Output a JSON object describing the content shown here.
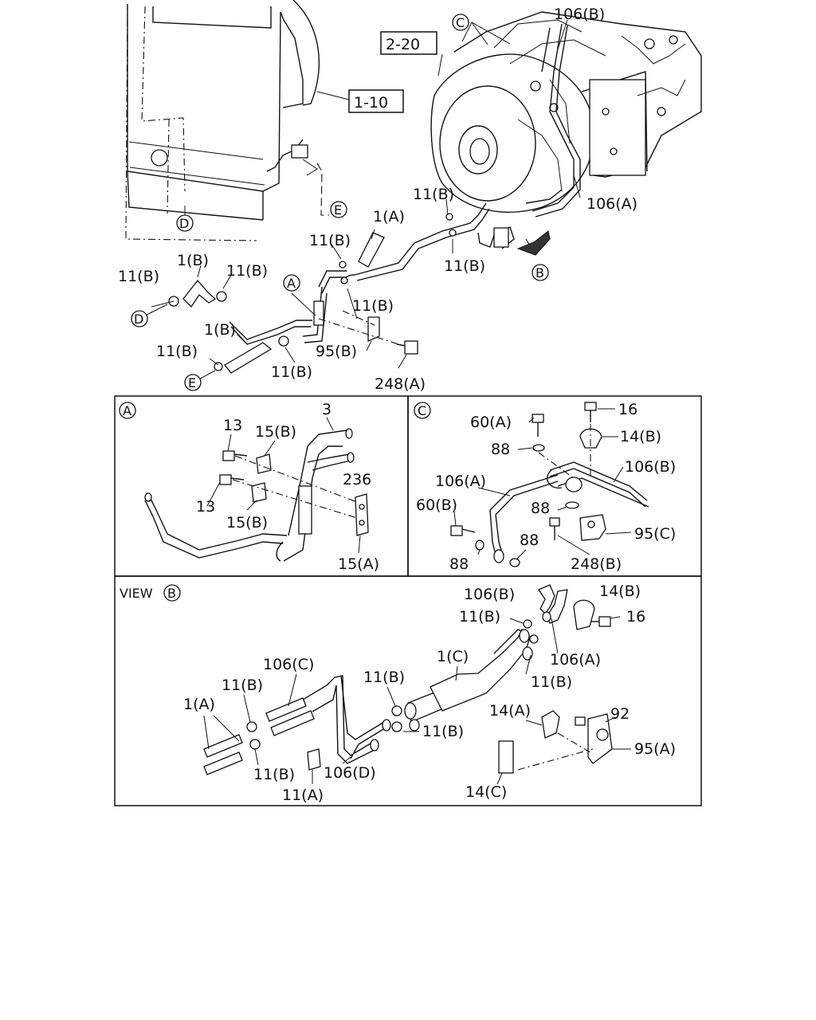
{
  "callouts": {
    "ref_2_20": "2-20",
    "ref_1_10": "1-10",
    "c_letter": "C",
    "b_letter": "B",
    "a_letter": "A",
    "d_letter": "D",
    "e_letter": "E",
    "p106B": "106(B)",
    "p106A": "106(A)",
    "p11B": "11(B)",
    "p1A": "1(A)",
    "p1B": "1(B)",
    "p95B": "95(B)",
    "p248A": "248(A)"
  },
  "panel_a": {
    "title": "A",
    "p3": "3",
    "p13": "13",
    "p15B": "15(B)",
    "p236": "236",
    "p15A": "15(A)"
  },
  "panel_c": {
    "title": "C",
    "p60A": "60(A)",
    "p16": "16",
    "p14B": "14(B)",
    "p88": "88",
    "p106B": "106(B)",
    "p106A": "106(A)",
    "p60B": "60(B)",
    "p95C": "95(C)",
    "p248B": "248(B)"
  },
  "panel_view": {
    "view_text": "VIEW",
    "view_letter": "B",
    "p106B": "106(B)",
    "p14B": "14(B)",
    "p11B": "11(B)",
    "p16": "16",
    "p106A": "106(A)",
    "p1C": "1(C)",
    "p106C": "106(C)",
    "p1A": "1(A)",
    "p14A": "14(A)",
    "p92": "92",
    "p95A": "95(A)",
    "p11A": "11(A)",
    "p106D": "106(D)",
    "p14C": "14(C)"
  }
}
